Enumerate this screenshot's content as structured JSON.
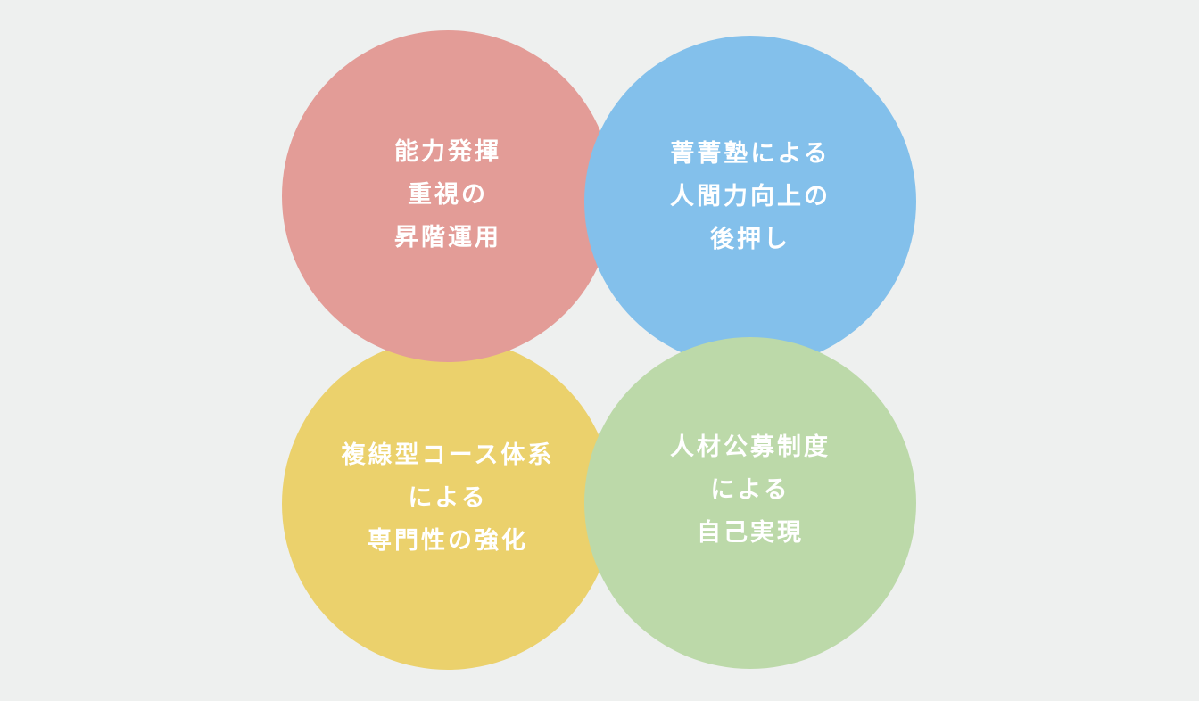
{
  "diagram": {
    "background": "#eef0ef",
    "circles": [
      {
        "id": "promotion",
        "color": "#e39c97",
        "lines": [
          "能力発揮",
          "重視の",
          "昇階運用"
        ]
      },
      {
        "id": "human-skill",
        "color": "#83c0eb",
        "lines": [
          "菁菁塾による",
          "人間力向上の",
          "後押し"
        ]
      },
      {
        "id": "course-system",
        "color": "#ebd16c",
        "lines": [
          "複線型コース体系",
          "による",
          "専門性の強化"
        ]
      },
      {
        "id": "open-recruitment",
        "color": "#bcd9a9",
        "lines": [
          "人材公募制度",
          "による",
          "自己実現"
        ]
      }
    ]
  }
}
